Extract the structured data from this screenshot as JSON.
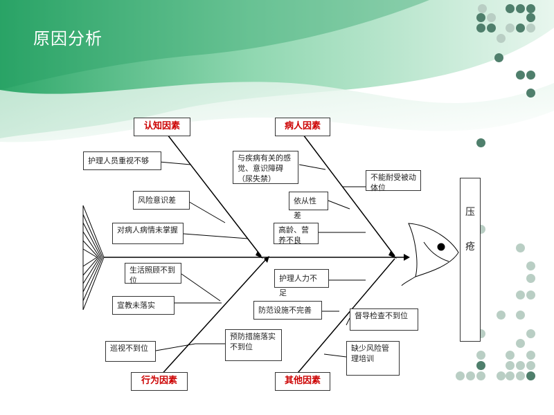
{
  "slide": {
    "title": "原因分析"
  },
  "categories": {
    "cognition": "认知因素",
    "patient": "病人因素",
    "behavior": "行为因素",
    "other": "其他因素"
  },
  "causes": {
    "nurse_neglect": "护理人员重视不够",
    "risk_awareness": "风险意识差",
    "disease_mastery": "对病人病情未掌握",
    "turn_untimely": "生活照顾不到位",
    "education": "宣教未落实",
    "patrol": "巡视不到位",
    "prevention_measures": "预防措施落实不到位",
    "disease_related": "与疾病有关的感觉、意识障碍（尿失禁）",
    "forced_position": "不能耐受被动体位",
    "compliance": "依从性差",
    "old_nutrition": "高龄、营养不良",
    "staff_shortage": "护理人力不足",
    "facilities": "防范设施不完善",
    "supervision": "督导检查不到位",
    "risk_training": "缺少风险管理培训"
  },
  "effect": {
    "chars": [
      "压",
      "疮"
    ]
  },
  "colors": {
    "title": "#ffffff",
    "category_text": "#cc0000",
    "line": "#000000",
    "accent_dot": "#4f7f6c",
    "dot_light": "#b9cec4",
    "background_wave": "#5cc08c"
  }
}
